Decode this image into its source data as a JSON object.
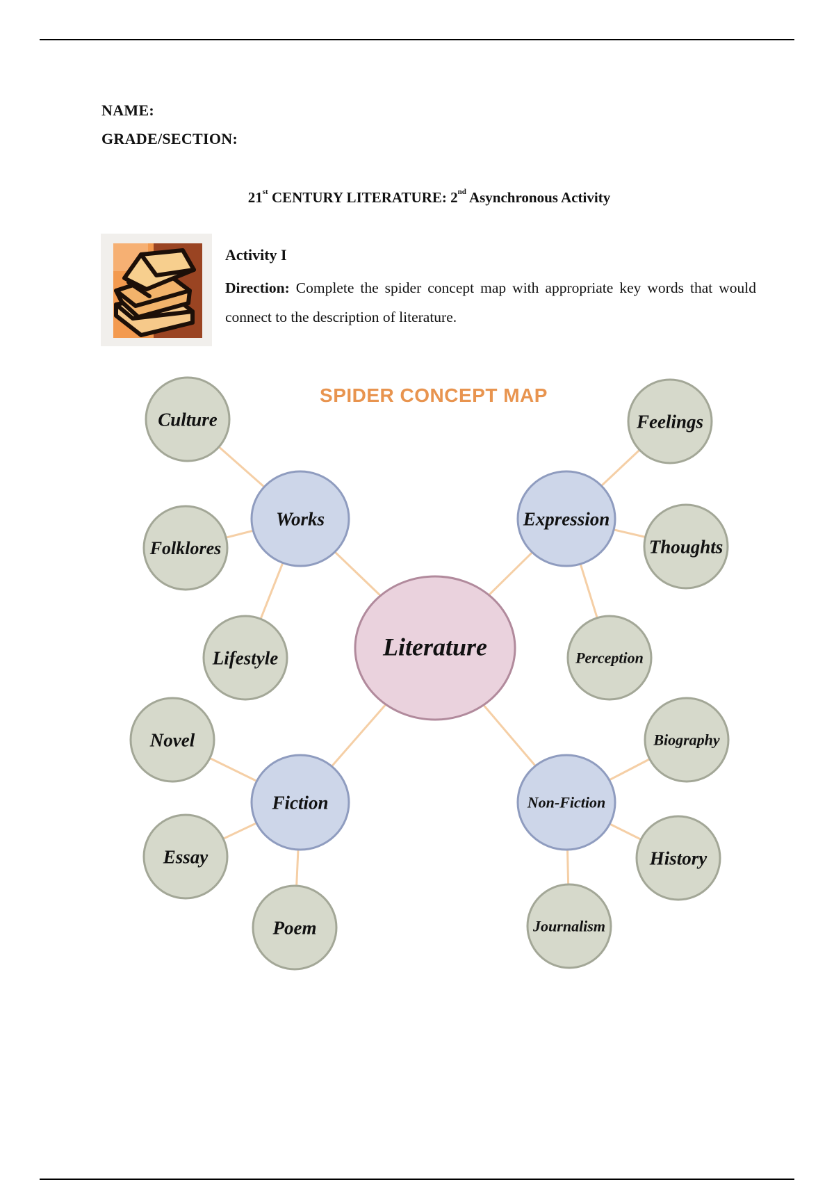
{
  "header": {
    "name_label": "NAME:",
    "grade_section_label": "GRADE/SECTION:"
  },
  "title": {
    "part1": "21",
    "sup1": "st",
    "part2": " CENTURY LITERATURE: 2",
    "sup2": "nd",
    "part3": " Asynchronous Activity"
  },
  "activity": {
    "heading": "Activity I",
    "direction_label": "Direction:",
    "direction_text": " Complete the spider concept map with appropriate key words that would connect to the description of literature."
  },
  "icons": {
    "books": "books-icon"
  },
  "concept_map": {
    "title": "SPIDER CONCEPT MAP",
    "center": "Literature",
    "branches": [
      {
        "label": "Works",
        "leaves": [
          "Culture",
          "Folklores",
          "Lifestyle"
        ]
      },
      {
        "label": "Expression",
        "leaves": [
          "Feelings",
          "Thoughts",
          "Perception"
        ]
      },
      {
        "label": "Fiction",
        "leaves": [
          "Novel",
          "Essay",
          "Poem"
        ]
      },
      {
        "label": "Non-Fiction",
        "leaves": [
          "Biography",
          "History",
          "Journalism"
        ]
      }
    ],
    "colors": {
      "center_fill": "#ead2dd",
      "center_stroke": "#b18a9c",
      "branch_fill": "#cdd6e9",
      "branch_stroke": "#8f9cbf",
      "leaf_fill": "#d6d9cb",
      "leaf_stroke": "#a3a797",
      "connector": "#f5cfa6",
      "map_title": "#e8944f"
    }
  }
}
